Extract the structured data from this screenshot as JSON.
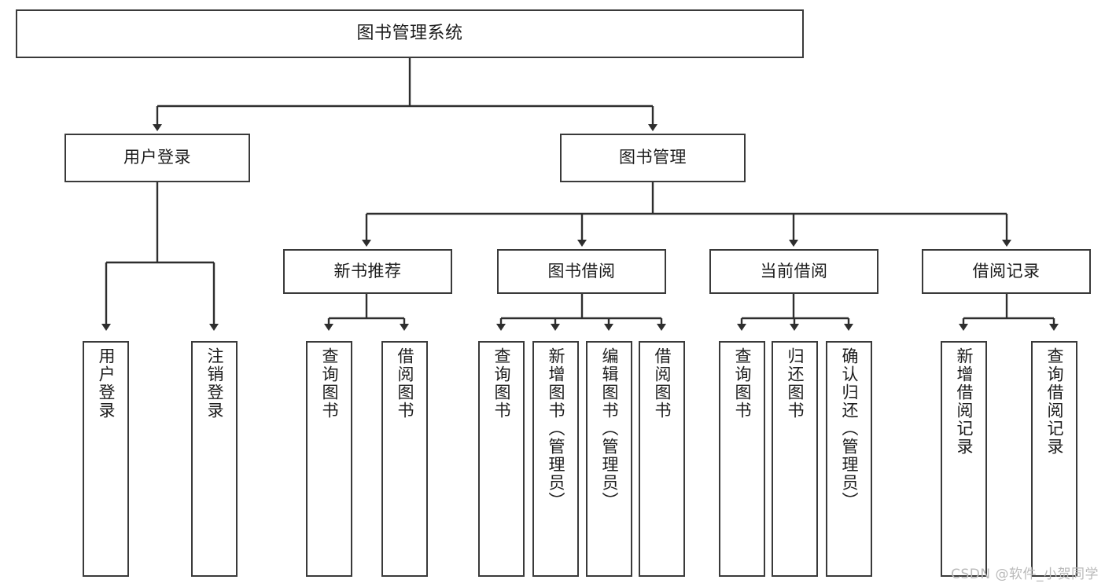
{
  "diagram": {
    "title": "图书管理系统",
    "type": "tree-hierarchy",
    "watermark": "CSDN @软件_小贺同学",
    "colors": {
      "stroke": "#3a3a3a",
      "fill": "#ffffff",
      "text": "#1c1c1c",
      "watermark": "#b9b9b9"
    },
    "levels": {
      "root": {
        "label": "图书管理系统"
      },
      "level1": [
        {
          "id": "user-login",
          "label": "用户登录"
        },
        {
          "id": "book-manage",
          "label": "图书管理"
        }
      ],
      "level2": [
        {
          "id": "new-book-rec",
          "label": "新书推荐"
        },
        {
          "id": "book-borrow",
          "label": "图书借阅"
        },
        {
          "id": "current-borrow",
          "label": "当前借阅"
        },
        {
          "id": "borrow-record",
          "label": "借阅记录"
        }
      ],
      "leaves": {
        "user-login": [
          {
            "id": "leaf-user-login",
            "label": "用户登录"
          },
          {
            "id": "leaf-logout-login",
            "label": "注销登录"
          }
        ],
        "new-book-rec": [
          {
            "id": "leaf-query-book-1",
            "label": "查询图书"
          },
          {
            "id": "leaf-borrow-book-1",
            "label": "借阅图书"
          }
        ],
        "book-borrow": [
          {
            "id": "leaf-query-book-2",
            "label": "查询图书"
          },
          {
            "id": "leaf-add-book",
            "label": "新增图书（管理员）"
          },
          {
            "id": "leaf-edit-book",
            "label": "编辑图书（管理员）"
          },
          {
            "id": "leaf-borrow-book-2",
            "label": "借阅图书"
          }
        ],
        "current-borrow": [
          {
            "id": "leaf-query-book-3",
            "label": "查询图书"
          },
          {
            "id": "leaf-return-book",
            "label": "归还图书"
          },
          {
            "id": "leaf-confirm-return",
            "label": "确认归还（管理员）"
          }
        ],
        "borrow-record": [
          {
            "id": "leaf-add-record",
            "label": "新增借阅记录"
          },
          {
            "id": "leaf-query-record",
            "label": "查询借阅记录"
          }
        ]
      }
    }
  }
}
